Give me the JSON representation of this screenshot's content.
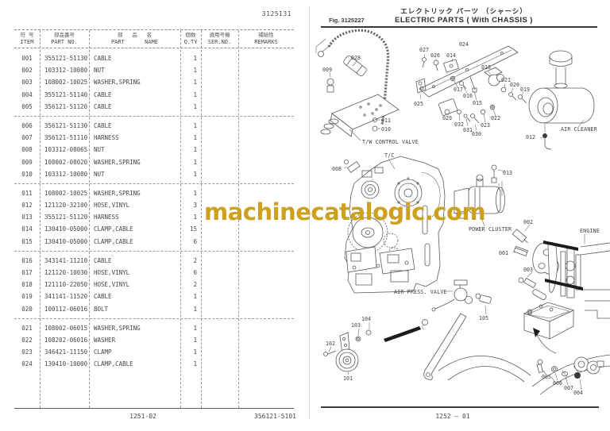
{
  "watermark": {
    "text": "machinecatalogic.com",
    "color": "#CDA01E"
  },
  "left_page": {
    "doc_number": "3125131",
    "table": {
      "headers": {
        "item_jp": "符 号",
        "item_en": "ITEM",
        "part_no_jp": "部品番号",
        "part_no_en": "PART NO.",
        "name_jp": "部   品   名",
        "name_en": "PART      NAME",
        "qty_jp": "個数",
        "qty_en": "Q.TY",
        "ser_jp": "適用号機",
        "ser_en": "SER.NO.",
        "remarks_jp": "補給性",
        "remarks_en": "REMARKS"
      },
      "rows": [
        {
          "item": "001",
          "part_no": "355121-51130",
          "name": "CABLE",
          "qty": "1",
          "ser": "",
          "remarks": ""
        },
        {
          "item": "002",
          "part_no": "103312-10080",
          "name": "NUT",
          "qty": "1",
          "ser": "",
          "remarks": ""
        },
        {
          "item": "003",
          "part_no": "108002-10025",
          "name": "WASHER,SPRING",
          "qty": "1",
          "ser": "",
          "remarks": ""
        },
        {
          "item": "004",
          "part_no": "355121-51140",
          "name": "CABLE",
          "qty": "1",
          "ser": "",
          "remarks": ""
        },
        {
          "item": "005",
          "part_no": "356121-51120",
          "name": "CABLE",
          "qty": "1",
          "ser": "",
          "remarks": ""
        },
        {
          "item": "006",
          "part_no": "356121-51130",
          "name": "CABLE",
          "qty": "1",
          "ser": "",
          "remarks": ""
        },
        {
          "item": "007",
          "part_no": "356121-51110",
          "name": "HARNESS",
          "qty": "1",
          "ser": "",
          "remarks": ""
        },
        {
          "item": "008",
          "part_no": "103312-08065",
          "name": "NUT",
          "qty": "1",
          "ser": "",
          "remarks": ""
        },
        {
          "item": "009",
          "part_no": "108002-08020",
          "name": "WASHER,SPRING",
          "qty": "1",
          "ser": "",
          "remarks": ""
        },
        {
          "item": "010",
          "part_no": "103312-10080",
          "name": "NUT",
          "qty": "1",
          "ser": "",
          "remarks": ""
        },
        {
          "item": "011",
          "part_no": "108002-10025",
          "name": "WASHER,SPRING",
          "qty": "1",
          "ser": "",
          "remarks": ""
        },
        {
          "item": "012",
          "part_no": "121120-32100",
          "name": "HOSE,VINYL",
          "qty": "3",
          "ser": "",
          "remarks": ""
        },
        {
          "item": "013",
          "part_no": "355121-51120",
          "name": "HARNESS",
          "qty": "1",
          "ser": "",
          "remarks": ""
        },
        {
          "item": "014",
          "part_no": "130410-05000",
          "name": "CLAMP,CABLE",
          "qty": "15",
          "ser": "",
          "remarks": ""
        },
        {
          "item": "015",
          "part_no": "130410-05000",
          "name": "CLAMP,CABLE",
          "qty": "6",
          "ser": "",
          "remarks": ""
        },
        {
          "item": "016",
          "part_no": "343141-11210",
          "name": "CABLE",
          "qty": "2",
          "ser": "",
          "remarks": ""
        },
        {
          "item": "017",
          "part_no": "121120-10030",
          "name": "HOSE,VINYL",
          "qty": "6",
          "ser": "",
          "remarks": ""
        },
        {
          "item": "018",
          "part_no": "121110-22050",
          "name": "HOSE,VINYL",
          "qty": "2",
          "ser": "",
          "remarks": ""
        },
        {
          "item": "019",
          "part_no": "341141-11520",
          "name": "CABLE",
          "qty": "1",
          "ser": "",
          "remarks": ""
        },
        {
          "item": "020",
          "part_no": "100112-06016",
          "name": "BOLT",
          "qty": "1",
          "ser": "",
          "remarks": ""
        },
        {
          "item": "021",
          "part_no": "108002-06015",
          "name": "WASHER,SPRING",
          "qty": "1",
          "ser": "",
          "remarks": ""
        },
        {
          "item": "022",
          "part_no": "108202-06016",
          "name": "WASHER",
          "qty": "1",
          "ser": "",
          "remarks": ""
        },
        {
          "item": "023",
          "part_no": "346421-11150",
          "name": "CLAMP",
          "qty": "1",
          "ser": "",
          "remarks": ""
        },
        {
          "item": "024",
          "part_no": "130410-10000",
          "name": "CLAMP,CABLE",
          "qty": "1",
          "ser": "",
          "remarks": ""
        }
      ],
      "group_break_after": [
        "005",
        "010",
        "015",
        "020"
      ]
    },
    "footer_left": "1251-02",
    "footer_right": "356121-5101"
  },
  "right_page": {
    "fig_label": "Fig. 3125227",
    "title_jp": "エレクトリック パーツ （シャーシ）",
    "title_en": "ELECTRIC PARTS ( With CHASSIS )",
    "footer": "1252 — 01",
    "callouts": {
      "tw_control_valve": "T/W CONTROL VALVE",
      "air_cleaner": "AIR CLEANER",
      "tc": "T/C",
      "power_cluster": "POWER CLUSTER",
      "engine": "ENGINE",
      "air_press_valve": "AIR PRESS. VALVE"
    },
    "part_labels": {
      "l001": "001",
      "l002": "002",
      "l003": "003",
      "l004": "004",
      "l005": "005",
      "l006": "006",
      "l007": "007",
      "l008": "008",
      "l009": "009",
      "l010": "010",
      "l011": "011",
      "l012": "012",
      "l013": "013",
      "l014": "014",
      "l015": "015",
      "l016": "016",
      "l017": "017",
      "l018": "018",
      "l019": "019",
      "l020": "020",
      "l021": "021",
      "l022": "022",
      "l023": "023",
      "l024": "024",
      "l025": "025",
      "l026": "026",
      "l027": "027",
      "l028": "028",
      "l029": "029",
      "l030": "030",
      "l031": "031",
      "l032": "032",
      "l101": "101",
      "l102": "102",
      "l103": "103",
      "l104": "104",
      "l105": "105"
    }
  }
}
